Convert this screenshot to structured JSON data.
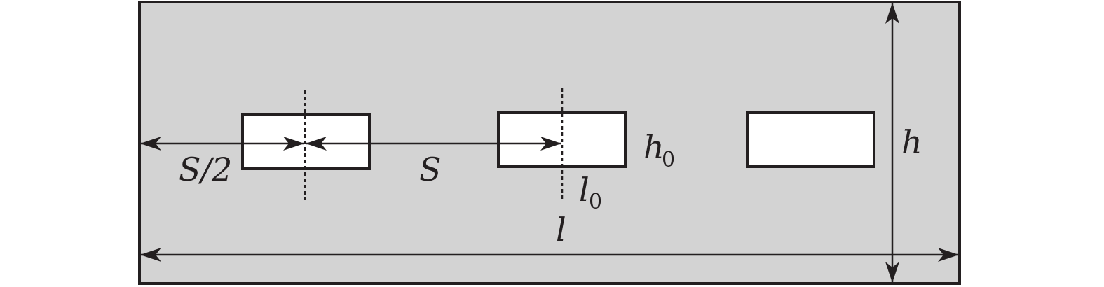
{
  "labels": {
    "half_spacing": "S/2",
    "spacing": "S",
    "opening_height": "h",
    "opening_height_sub": "0",
    "opening_length": "l",
    "opening_length_sub": "0",
    "total_length": "l",
    "total_height": "h"
  },
  "colors": {
    "panel_fill": "#d3d3d3",
    "stroke": "#231f20",
    "opening_fill": "#ffffff"
  }
}
